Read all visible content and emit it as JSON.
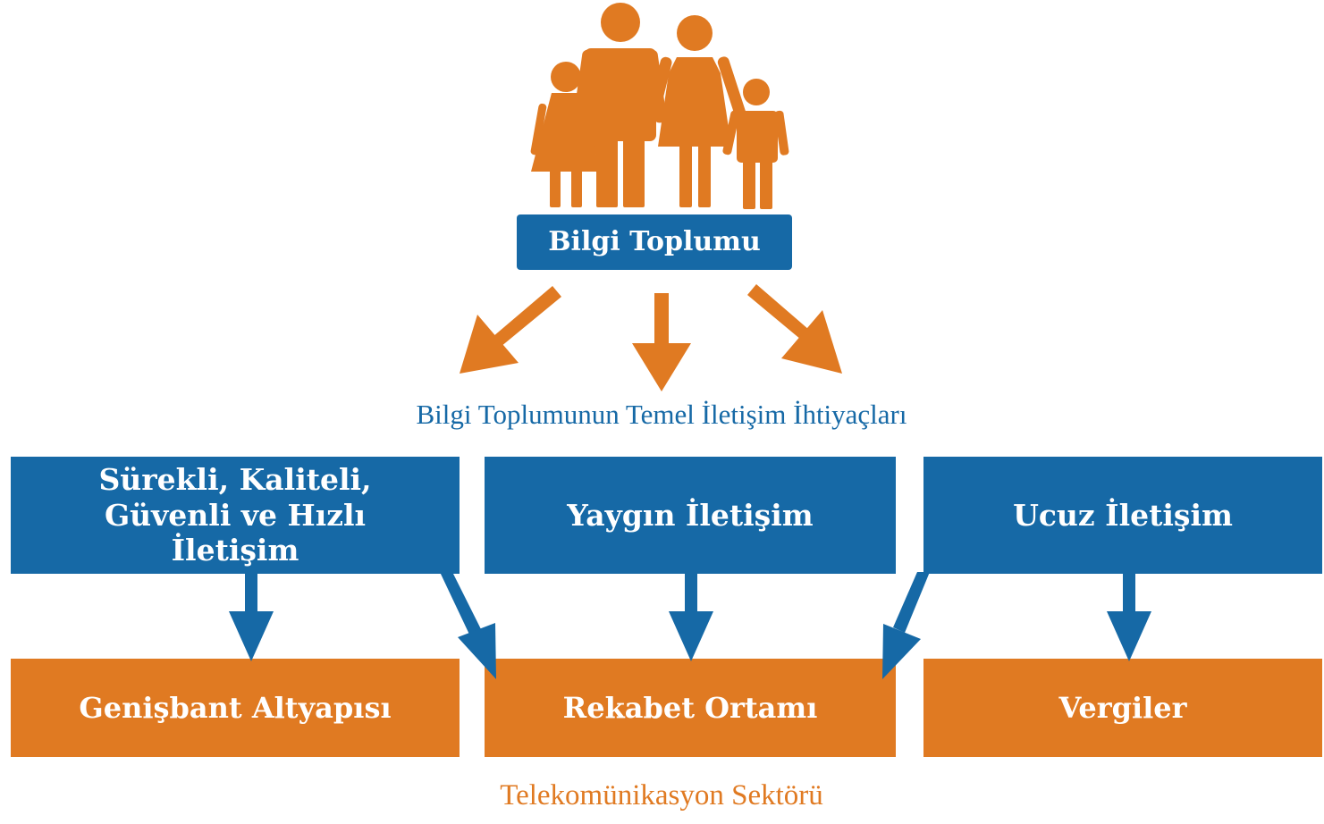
{
  "colors": {
    "orange": "#E07A22",
    "blue": "#1669A6",
    "background": "#FFFFFF"
  },
  "icons": {
    "family": "family-icon"
  },
  "top_node": {
    "label": "Bilgi Toplumu"
  },
  "needs": {
    "caption": "Bilgi Toplumunun Temel İletişim İhtiyaçları",
    "items": [
      {
        "label": "Sürekli, Kaliteli, Güvenli ve Hızlı İletişim"
      },
      {
        "label": "Yaygın İletişim"
      },
      {
        "label": "Ucuz İletişim"
      }
    ]
  },
  "sector": {
    "caption": "Telekomünikasyon Sektörü",
    "items": [
      {
        "label": "Genişbant Altyapısı"
      },
      {
        "label": "Rekabet Ortamı"
      },
      {
        "label": "Vergiler"
      }
    ]
  }
}
